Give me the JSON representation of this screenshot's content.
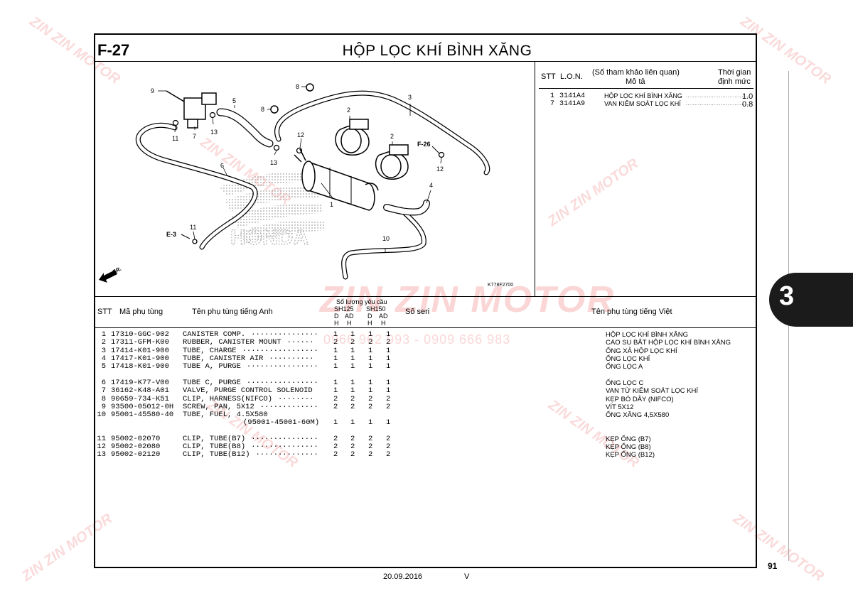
{
  "header": {
    "code": "F-27",
    "title": "HỘP LỌC KHÍ BÌNH XĂNG"
  },
  "ref_table": {
    "headers": {
      "stt": "STT",
      "lon": "L.O.N.",
      "desc1": "(Số tham khảo liên quan)",
      "desc2": "Mô tả",
      "time1": "Thời gian",
      "time2": "định mức"
    },
    "rows": [
      {
        "stt": "1",
        "lon": "3141A4",
        "desc": "HỘP LỌC KHÍ BÌNH XĂNG",
        "time": "1.0"
      },
      {
        "stt": "7",
        "lon": "3141A9",
        "desc": "VAN KIỂM SOÁT LỌC KHÍ",
        "time": "0.8"
      }
    ]
  },
  "diagram": {
    "callouts": [
      "1",
      "2",
      "2",
      "3",
      "4",
      "5",
      "6",
      "7",
      "8",
      "8",
      "9",
      "10",
      "11",
      "11",
      "12",
      "12",
      "13",
      "13"
    ],
    "refs": {
      "e3": "E-3",
      "f26": "F-26",
      "fr": "FR.",
      "code": "K778F2700"
    },
    "brand": "HONDA"
  },
  "parts_table": {
    "headers": {
      "stt": "STT",
      "part_no": "Mã phụ tùng",
      "name_en": "Tên phụ tùng tiếng Anh",
      "qty_title": "Số lượng yêu cầu",
      "sh125": "SH125",
      "sh150": "SH150",
      "dh": "D",
      "adh": "AD",
      "h": "H",
      "serial": "Số seri",
      "name_vi": "Tên phụ tùng tiếng Việt"
    },
    "rows": [
      {
        "stt": "1",
        "part_no": "17310-GGC-902",
        "name_en": "CANISTER COMP.",
        "q": [
          "1",
          "1",
          "1",
          "1"
        ],
        "name_vi": "HỘP LỌC KHÍ BÌNH XĂNG",
        "dots": true
      },
      {
        "stt": "2",
        "part_no": "17311-GFM-K00",
        "name_en": "RUBBER, CANISTER MOUNT",
        "q": [
          "2",
          "2",
          "2",
          "2"
        ],
        "name_vi": "CAO SU BẮT HỘP LỌC KHÍ BÌNH XĂNG",
        "dots": true
      },
      {
        "stt": "3",
        "part_no": "17414-K01-900",
        "name_en": "TUBE, CHARGE",
        "q": [
          "1",
          "1",
          "1",
          "1"
        ],
        "name_vi": "ỐNG XẢ HỘP LỌC KHÍ",
        "dots": true
      },
      {
        "stt": "4",
        "part_no": "17417-K01-900",
        "name_en": "TUBE, CANISTER AIR",
        "q": [
          "1",
          "1",
          "1",
          "1"
        ],
        "name_vi": "ỐNG LỌC KHÍ",
        "dots": true
      },
      {
        "stt": "5",
        "part_no": "17418-K01-900",
        "name_en": "TUBE A, PURGE",
        "q": [
          "1",
          "1",
          "1",
          "1"
        ],
        "name_vi": "ỐNG LỌC A",
        "dots": true
      },
      {
        "stt": "6",
        "part_no": "17419-K77-V00",
        "name_en": "TUBE C, PURGE",
        "q": [
          "1",
          "1",
          "1",
          "1"
        ],
        "name_vi": "ỐNG LỌC C",
        "dots": true
      },
      {
        "stt": "7",
        "part_no": "36162-K48-A01",
        "name_en": "VALVE, PURGE CONTROL SOLENOID",
        "q": [
          "1",
          "1",
          "1",
          "1"
        ],
        "name_vi": "VAN TỪ KIỂM SOÁT LỌC KHÍ",
        "dots": false
      },
      {
        "stt": "8",
        "part_no": "90659-734-K51",
        "name_en": "CLIP, HARNESS(NIFCO)",
        "q": [
          "2",
          "2",
          "2",
          "2"
        ],
        "name_vi": "KẸP BÓ DÂY (NIFCO)",
        "dots": true
      },
      {
        "stt": "9",
        "part_no": "93500-05012-0H",
        "name_en": "SCREW, PAN, 5X12",
        "q": [
          "2",
          "2",
          "2",
          "2"
        ],
        "name_vi": "VÍT 5X12",
        "dots": true
      },
      {
        "stt": "10",
        "part_no": "95001-45580-40",
        "name_en": "TUBE, FUEL, 4.5X580",
        "q": [
          "",
          "",
          "",
          ""
        ],
        "name_vi": "ỐNG XĂNG 4,5X580",
        "dots": false
      },
      {
        "stt": "",
        "part_no": "",
        "name_en": "(95001-45001-60M)",
        "q": [
          "1",
          "1",
          "1",
          "1"
        ],
        "name_vi": "",
        "dots": false
      },
      {
        "stt": "11",
        "part_no": "95002-02070",
        "name_en": "CLIP, TUBE(B7)",
        "q": [
          "2",
          "2",
          "2",
          "2"
        ],
        "name_vi": "KẸP ỐNG (B7)",
        "dots": true
      },
      {
        "stt": "12",
        "part_no": "95002-02080",
        "name_en": "CLIP, TUBE(B8)",
        "q": [
          "2",
          "2",
          "2",
          "2"
        ],
        "name_vi": "KẸP ỐNG (B8)",
        "dots": true
      },
      {
        "stt": "13",
        "part_no": "95002-02120",
        "name_en": "CLIP, TUBE(B12)",
        "q": [
          "2",
          "2",
          "2",
          "2"
        ],
        "name_vi": "KẸP ỐNG (B12)",
        "dots": true
      }
    ]
  },
  "section_tab": "3",
  "page_number": "91",
  "footer": {
    "date": "20.09.2016",
    "version": "V"
  },
  "watermark": {
    "brand": "ZIN ZIN MOTOR",
    "phone": "0966 962 993 - 0909 666 983"
  }
}
